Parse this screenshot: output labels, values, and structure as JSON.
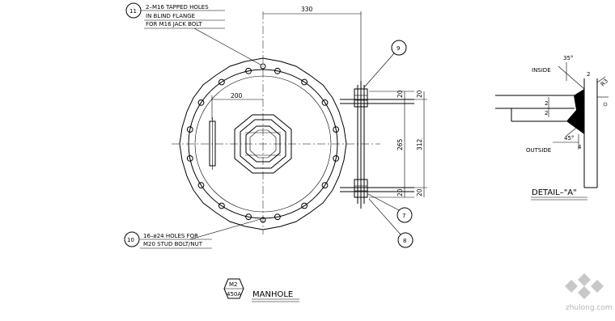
{
  "dimensions": {
    "d330": "330",
    "d200": "200",
    "d20a": "20",
    "d20b": "20",
    "d265": "265",
    "d312": "312",
    "d20c": "20",
    "d20d": "20"
  },
  "callouts": {
    "c11": {
      "num": "11",
      "line1": "2–M16 TAPPED HOLES",
      "line2": "IN BLIND FLANGE",
      "line3": "FOR M16 JACK BOLT"
    },
    "c10": {
      "num": "10",
      "line1": "16–ø24 HOLES FOR",
      "line2": "M20 STUD BOLT/NUT"
    },
    "c9": "9",
    "c7": "7",
    "c8": "8"
  },
  "detail": {
    "angle_top": "35°",
    "angle_bottom": "45°",
    "inside": "INSIDE",
    "outside": "OUTSIDE",
    "dim_2a": "2",
    "dim_r3": "R3",
    "dim_2b": "2",
    "dim_2c": "2",
    "dim_4": "4",
    "title": "DETAIL–\"A\""
  },
  "title_block": {
    "code_top": "M2",
    "code_bottom": "450A",
    "title": "MANHOLE"
  },
  "watermark": "zhulong.com"
}
